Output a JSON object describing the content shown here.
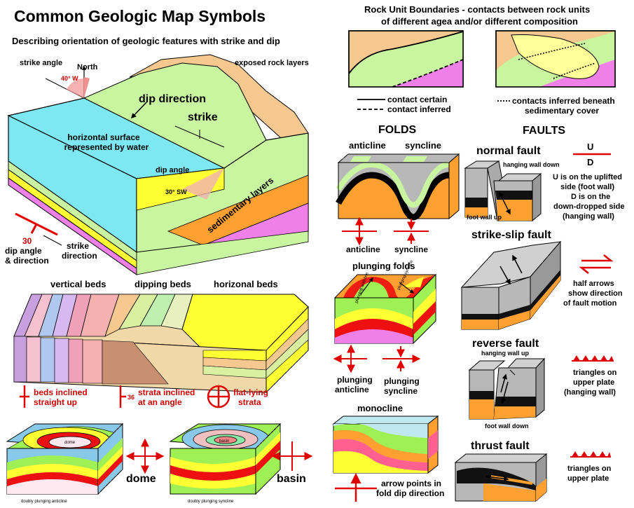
{
  "title": "Common Geologic Map Symbols",
  "subtitle": "Describing orientation of geologic features with strike and dip",
  "strike_dip": {
    "strike_angle_label": "strike angle",
    "north_label": "North",
    "strike_angle_value": "40° W",
    "exposed_rock_label": "exposed rock layers",
    "dip_direction_label": "dip direction",
    "strike_label": "strike",
    "horizontal_surface_line1": "horizontal surface",
    "horizontal_surface_line2": "represented by water",
    "dip_angle_label": "dip angle",
    "dip_angle_value": "30° SW",
    "sedimentary_label": "sedimentary layers",
    "symbol_number": "30",
    "dip_caption_line1": "dip angle",
    "dip_caption_line2": "& direction",
    "strike_caption_line1": "strike",
    "strike_caption_line2": "direction"
  },
  "beds": {
    "vertical": "vertical beds",
    "dipping": "dipping beds",
    "horizontal": "horizonal beds",
    "sym1_line1": "beds inclined",
    "sym1_line2": "straight up",
    "sym2_number": "36",
    "sym2_line1": "strata inclined",
    "sym2_line2": "at an angle",
    "sym3_line1": "flat-lying",
    "sym3_line2": "strata"
  },
  "domes": {
    "dome_inner": "dome",
    "dome_caption": "doubly plunging anticline",
    "dome_label": "dome",
    "basin_inner": "basin",
    "basin_caption": "doubly plunging syncline",
    "basin_label": "basin"
  },
  "contacts": {
    "heading_line1": "Rock Unit Boundaries - contacts between rock units",
    "heading_line2": "of different agea and/or different composition",
    "certain": "contact certain",
    "inferred": "contact inferred",
    "inferred_beneath_line1": "contacts inferred beneath",
    "inferred_beneath_line2": "sedimentary cover"
  },
  "folds": {
    "heading": "FOLDS",
    "anticline": "anticline",
    "syncline": "syncline",
    "anticline_sym": "anticline",
    "syncline_sym": "syncline",
    "plunging_heading": "plunging folds",
    "plunging_anticline_inner": "plunging anticline",
    "plunging_syncline_inner": "plunging syncline",
    "plunging_anticline_line1": "plunging",
    "plunging_anticline_line2": "anticline",
    "plunging_syncline_line1": "plunging",
    "plunging_syncline_line2": "syncline",
    "monocline": "monocline",
    "monocline_line1": "arrow points in",
    "monocline_line2": "fold dip direction"
  },
  "faults": {
    "heading": "FAULTS",
    "normal": "normal fault",
    "u": "U",
    "d": "D",
    "hanging_wall_down": "hanging wall down",
    "foot_wall_up": "foot wall up",
    "normal_desc_1": "U is on the uplifted",
    "normal_desc_2": "side (foot wall)",
    "normal_desc_3": "D is on the",
    "normal_desc_4": "down-dropped side",
    "normal_desc_5": "(hanging wall)",
    "strike_slip": "strike-slip fault",
    "half_arrows_1": "half arrows",
    "half_arrows_2": "show direction",
    "half_arrows_3": "of fault motion",
    "reverse": "reverse fault",
    "hanging_wall_up": "hanging wall up",
    "foot_wall_down": "foot wall down",
    "reverse_desc_1": "triangles on",
    "reverse_desc_2": "upper plate",
    "reverse_desc_3": "(hanging wall)",
    "thrust": "thrust fault",
    "thrust_desc_1": "triangles on",
    "thrust_desc_2": "upper plate"
  },
  "colors": {
    "symbol_red": "#e00000",
    "water": "#7ee8f2",
    "green": "#c9f5a0",
    "yellow": "#ffff33",
    "pink": "#ee80e8",
    "orange": "#ffa030",
    "tan": "#f5c890"
  }
}
